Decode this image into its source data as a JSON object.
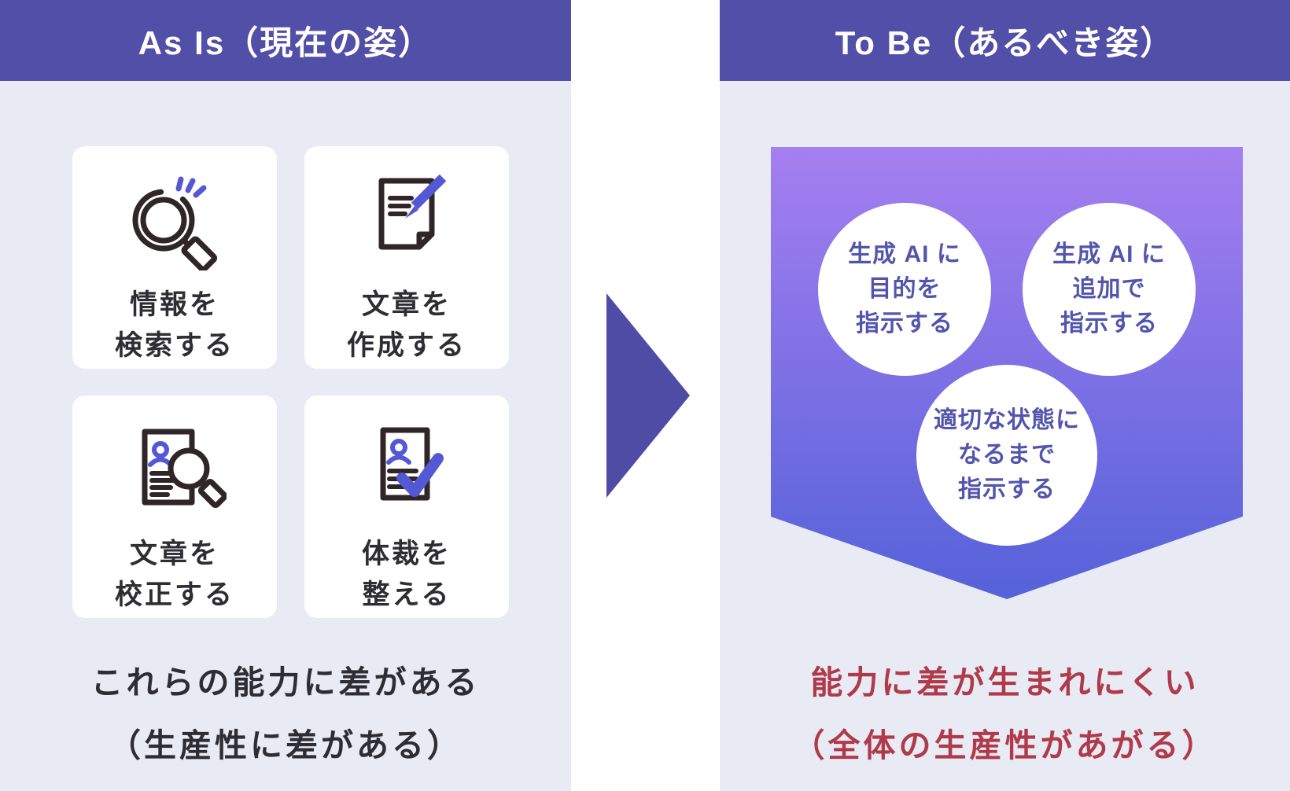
{
  "left_panel": {
    "header_title": "As Is（現在の姿）",
    "cards": [
      {
        "icon": "search-sparkle-icon",
        "lines": [
          "情報を",
          "検索する"
        ]
      },
      {
        "icon": "document-pencil-icon",
        "lines": [
          "文章を",
          "作成する"
        ]
      },
      {
        "icon": "document-magnifier-icon",
        "lines": [
          "文章を",
          "校正する"
        ]
      },
      {
        "icon": "document-check-icon",
        "lines": [
          "体裁を",
          "整える"
        ]
      }
    ],
    "caption": {
      "line1": "これらの能力に差がある",
      "line2": "（生産性に差がある）"
    }
  },
  "transition": {
    "arrow_icon": "right-arrow-icon"
  },
  "right_panel": {
    "header_title": "To Be（あるべき姿）",
    "bubbles": [
      {
        "lines": [
          "生成 AI に",
          "目的を",
          "指示する"
        ]
      },
      {
        "lines": [
          "生成 AI に",
          "追加で",
          "指示する"
        ]
      },
      {
        "lines": [
          "適切な状態に",
          "なるまで",
          "指示する"
        ]
      }
    ],
    "caption": {
      "line1": "能力に差が生まれにくい",
      "line2": "（全体の生産性があがる）"
    }
  },
  "colors": {
    "header_bg": "#514fa8",
    "panel_bg": "#e8eaf4",
    "arrow": "#4f4ca6",
    "funnel_gradient_top": "#a57ff0",
    "funnel_gradient_bottom": "#5562d9",
    "bubble_text": "#5355ad",
    "caption_dark": "#2e2d33",
    "caption_red": "#b03a4a",
    "icon_dark": "#302627",
    "icon_accent": "#5558d4"
  }
}
